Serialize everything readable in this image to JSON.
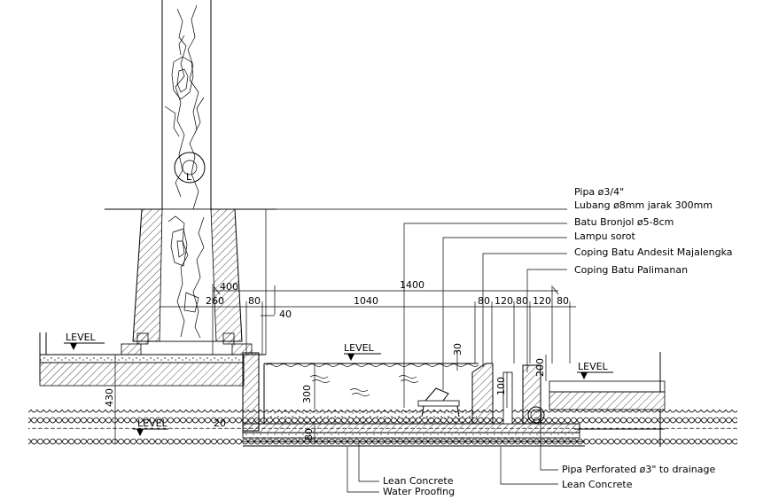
{
  "callouts": {
    "pipe_small": "Pipa ø3/4\"",
    "holes": "Lubang ø8mm jarak 300mm",
    "gabion_stone": "Batu Bronjol ø5-8cm",
    "spotlight": "Lampu sorot",
    "coping_andesit": "Coping Batu Andesit Majalengka",
    "coping_palimanan": "Coping Batu Palimanan",
    "lean_concrete_left": "Lean Concrete",
    "water_proofing": "Water Proofing",
    "pipe_perforated": "Pipa Perforated ø3\" to drainage",
    "lean_concrete_right": "Lean Concrete"
  },
  "levels": {
    "level_left": "LEVEL",
    "level_pool": "LEVEL",
    "level_right": "LEVEL",
    "level_bottom": "LEVEL"
  },
  "dimensions": {
    "d1400": "1400",
    "d400": "400",
    "d260": "260",
    "d80a": "80",
    "d40": "40",
    "d1040": "1040",
    "d80b": "80",
    "d120a": "120",
    "d80c": "80",
    "d120b": "120",
    "d80d": "80",
    "d30": "30",
    "d300": "300",
    "d430": "430",
    "d100": "100",
    "d200": "200",
    "d20": "20",
    "d80e": "80"
  },
  "symbols": {
    "tree_label": "L"
  }
}
